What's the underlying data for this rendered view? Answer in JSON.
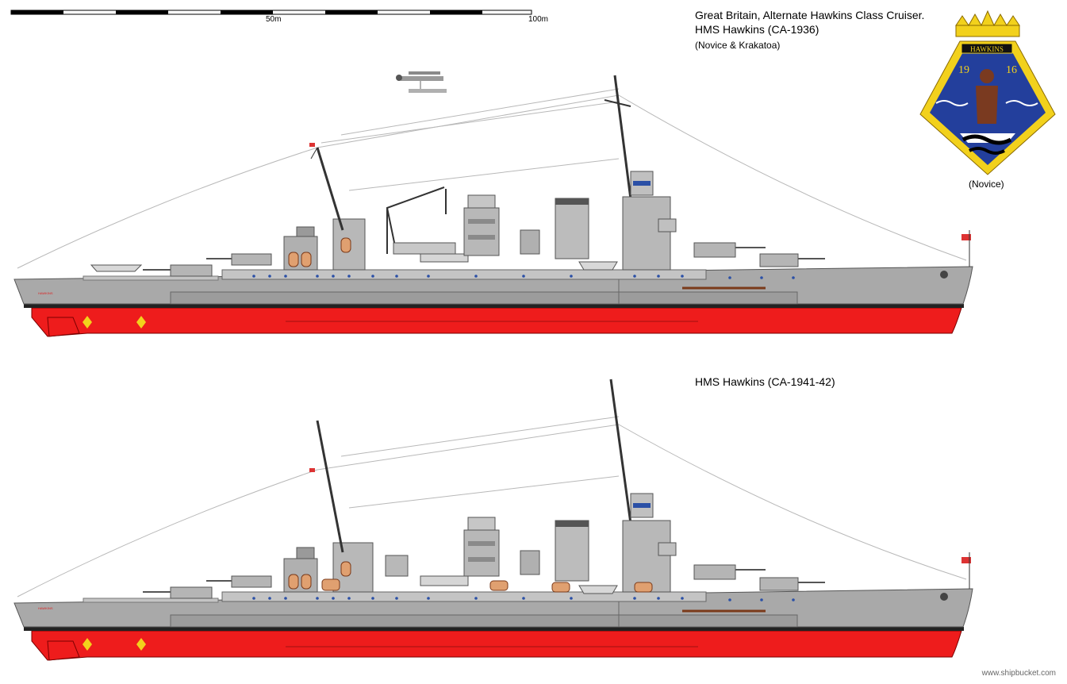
{
  "scale_bar": {
    "label_mid": "50m",
    "label_end": "100m"
  },
  "header": {
    "line1": "Great Britain, Alternate Hawkins Class Cruiser.",
    "line2": "HMS Hawkins (CA-1936)",
    "line3": "(Novice & Krakatoa)"
  },
  "crest": {
    "name_plate": "HAWKINS",
    "year_left": "19",
    "year_right": "16",
    "caption": "(Novice)"
  },
  "ship1": {
    "hull_name": "HAWKINS"
  },
  "ship2": {
    "title": "HMS Hawkins (CA-1941-42)",
    "hull_name": "HAWKINS"
  },
  "footer": {
    "credit": "www.shipbucket.com"
  },
  "colors": {
    "hull_grey": "#a9a9a9",
    "deck_grey": "#c4c4c4",
    "antifouling": "#ee1c1c",
    "boot_top": "#222222",
    "crest_blue": "#233f9c",
    "crest_gold": "#f2d11c"
  }
}
